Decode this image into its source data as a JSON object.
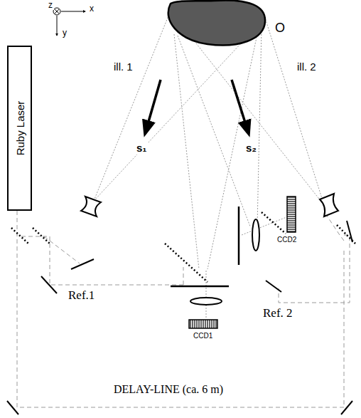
{
  "diagram": {
    "nodes": [
      {
        "text": [
          "Ruby Laser"
        ]
      }
    ],
    "labels": [
      "z",
      "x",
      "y",
      "O",
      "ill. 1",
      "ill. 2",
      "s₁",
      "s₂",
      "CCD2",
      "Ref.1",
      "CCD1",
      "Ref. 2",
      "DELAY-LINE (ca. 6 m)"
    ]
  }
}
